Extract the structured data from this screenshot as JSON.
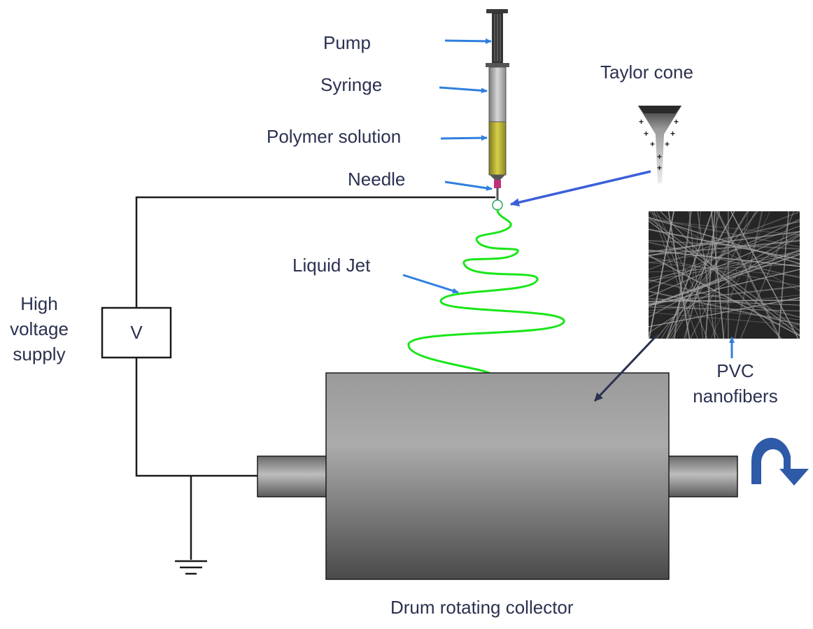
{
  "labels": {
    "pump": "Pump",
    "syringe": "Syringe",
    "polymer_solution": "Polymer solution",
    "needle": "Needle",
    "taylor_cone": "Taylor cone",
    "liquid_jet": "Liquid Jet",
    "high_voltage_supply": [
      "High",
      "voltage",
      "supply"
    ],
    "voltmeter": "V",
    "pvc_nanofibers": [
      "PVC",
      "nanofibers"
    ],
    "drum_collector": "Drum rotating collector"
  },
  "colors": {
    "label_text": "#2b3150",
    "arrow_blue": "#2f7fe0",
    "jet_green": "#19e619",
    "drum_dark": "#4f4f4f",
    "drum_light": "#ababab",
    "solution_yellow": "#c9c23a",
    "rotation_arrow": "#2e5aa8"
  },
  "icons": {
    "rotation": "curved-rotation-arrow-icon",
    "ground": "ground-symbol-icon"
  }
}
